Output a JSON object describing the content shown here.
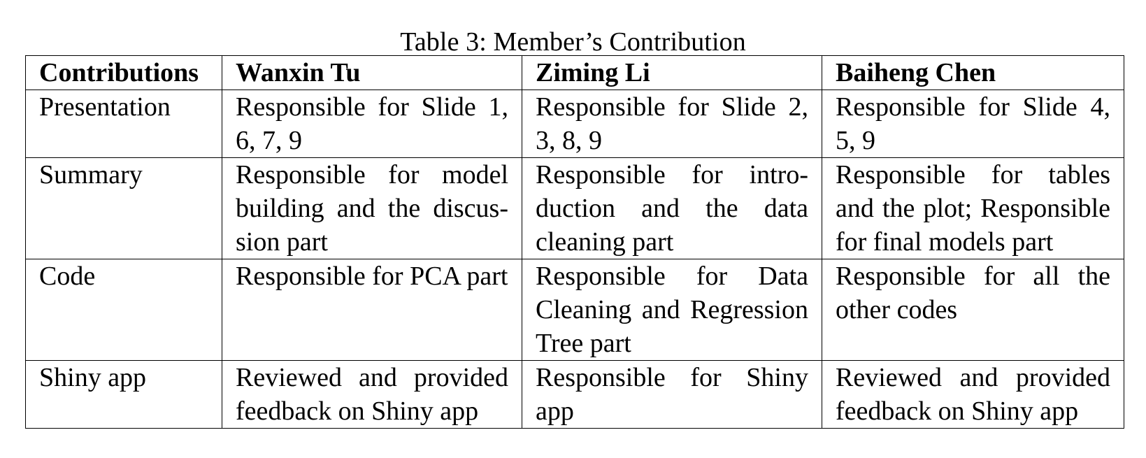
{
  "caption": "Table 3: Member’s Contribution",
  "table": {
    "headers": [
      "Contributions",
      "Wanxin Tu",
      "Ziming Li",
      "Baiheng Chen"
    ],
    "rows": [
      {
        "label": "Presentation",
        "cells": [
          "Responsible for Slide 1, 6, 7, 9",
          "Responsible for Slide 2, 3, 8, 9",
          "Responsible for Slide 4, 5, 9"
        ]
      },
      {
        "label": "Summary",
        "cells": [
          "Responsible for model building and the discus­sion part",
          "Responsible for intro­duction and the data cleaning part",
          "Responsible for tables and the plot; Responsi­ble for final models part"
        ]
      },
      {
        "label": "Code",
        "cells": [
          "Responsible for PCA part",
          "Responsible for Data Cleaning and Regres­sion Tree part",
          "Responsible for all the other codes"
        ]
      },
      {
        "label": "Shiny app",
        "cells": [
          "Reviewed and provided feedback on Shiny app",
          "Responsible for Shiny app",
          "Reviewed and provided feedback on Shiny app"
        ]
      }
    ]
  }
}
